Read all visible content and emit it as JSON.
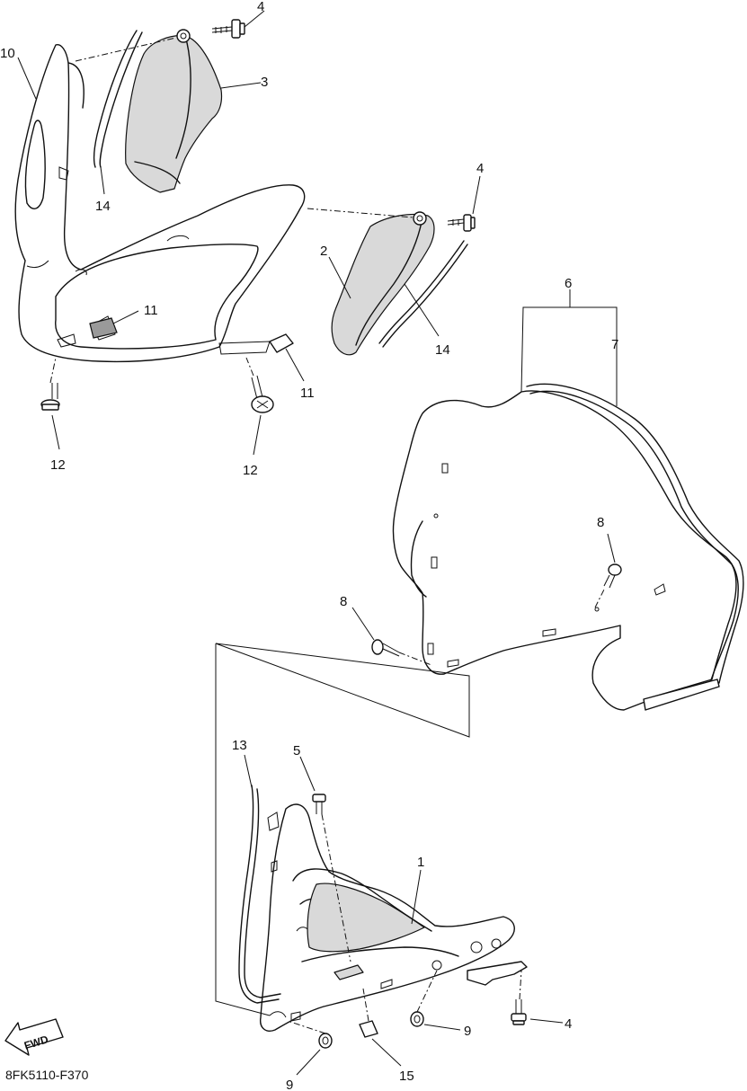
{
  "diagram": {
    "code": "8FK5110-F370",
    "fwd_label": "FWD",
    "callouts": {
      "p1": "1",
      "p2": "2",
      "p3": "3",
      "p4a": "4",
      "p4b": "4",
      "p4c": "4",
      "p5": "5",
      "p6": "6",
      "p7": "7",
      "p8a": "8",
      "p8b": "8",
      "p9a": "9",
      "p9b": "9",
      "p10": "10",
      "p11a": "11",
      "p11b": "11",
      "p12a": "12",
      "p12b": "12",
      "p13": "13",
      "p14a": "14",
      "p14b": "14",
      "p15": "15"
    }
  }
}
